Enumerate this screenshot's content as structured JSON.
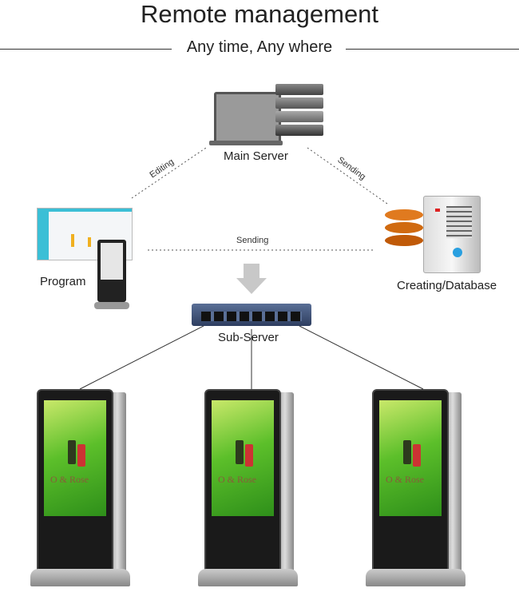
{
  "header": {
    "title": "Remote management",
    "subtitle": "Any time, Any where"
  },
  "nodes": {
    "main_server": "Main Server",
    "program": "Program",
    "database": "Creating/Database",
    "sub_server": "Sub-Server"
  },
  "edges": {
    "editing": "Editing",
    "sending_right": "Sending",
    "sending_horizontal": "Sending"
  },
  "kiosk_screen_text": "O & Rose",
  "colors": {
    "arrow": "#c8c8c8",
    "kiosk_screen": "#5cbf2a",
    "database_drum": "#e07a1f"
  }
}
